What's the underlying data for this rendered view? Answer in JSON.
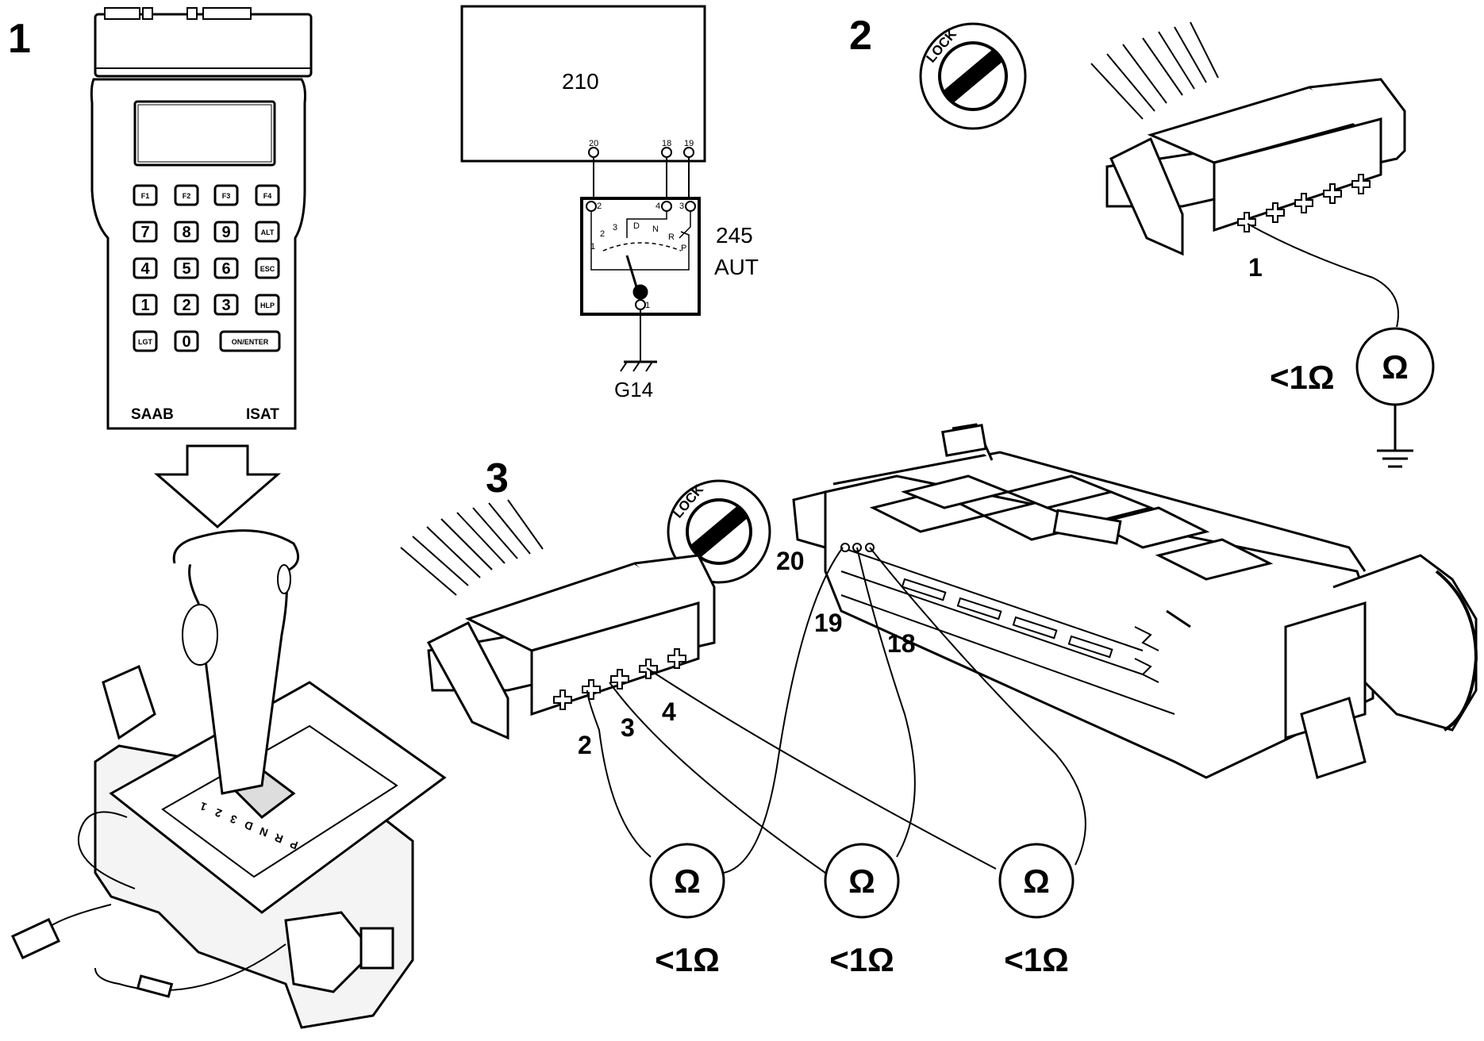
{
  "steps": {
    "s1": "1",
    "s2": "2",
    "s3": "3"
  },
  "tester": {
    "keys": [
      "F1",
      "F2",
      "F3",
      "F4",
      "7",
      "8",
      "9",
      "ALT",
      "4",
      "5",
      "6",
      "ESC",
      "1",
      "2",
      "3",
      "HLP",
      "LGT",
      "0",
      "ON/ENTER"
    ],
    "brand": "SAAB",
    "model": "ISAT"
  },
  "schematic": {
    "control_unit": "210",
    "cu_pins": [
      "20",
      "18",
      "19"
    ],
    "switch_pins": [
      "2",
      "4",
      "3",
      "1"
    ],
    "gear_positions": [
      "1",
      "2",
      "3",
      "D",
      "N",
      "R",
      "P"
    ],
    "switch_id": "245",
    "switch_name": "AUT",
    "ground_id": "G14"
  },
  "lock_label": "LOCK",
  "connector_2": {
    "pin": "1",
    "reading": "<1Ω",
    "meter": "Ω"
  },
  "connector_3": {
    "pins": [
      "2",
      "3",
      "4"
    ]
  },
  "control_unit_pins": [
    "20",
    "19",
    "18"
  ],
  "meters": [
    {
      "symbol": "Ω",
      "reading": "<1Ω"
    },
    {
      "symbol": "Ω",
      "reading": "<1Ω"
    },
    {
      "symbol": "Ω",
      "reading": "<1Ω"
    }
  ],
  "shift_indicator": [
    "P",
    "R",
    "N",
    "D",
    "3",
    "2",
    "1"
  ]
}
